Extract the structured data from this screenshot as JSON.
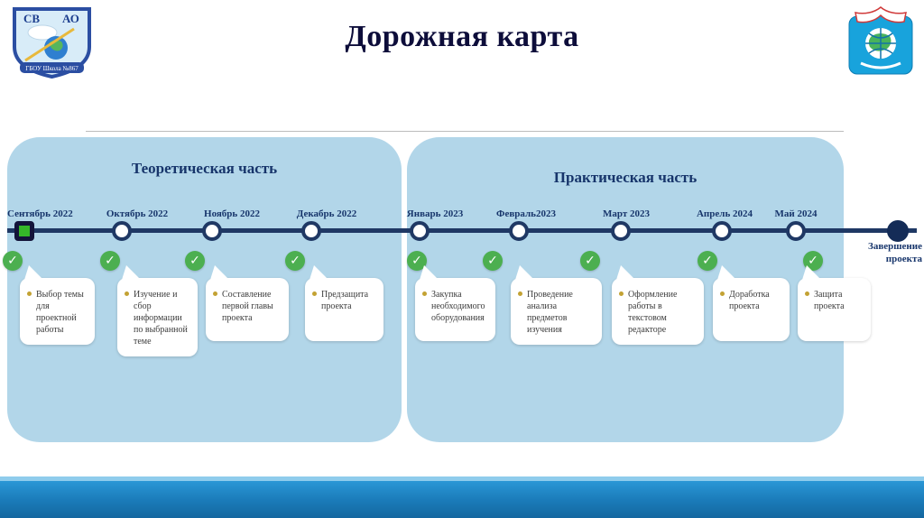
{
  "title": "Дорожная карта",
  "icons": {
    "check": "✓"
  },
  "logo_left": {
    "cv": "СВ",
    "ao": "АО",
    "school": "ГБОУ Школа №867"
  },
  "sections": {
    "theory": {
      "title": "Теоретическая часть"
    },
    "practice": {
      "title": "Практическая часть"
    }
  },
  "milestones": [
    {
      "month": "Сентябрь 2022",
      "text": "Выбор темы для проектной работы"
    },
    {
      "month": "Октябрь 2022",
      "text": "Изучение и сбор информации по выбранной теме"
    },
    {
      "month": "Ноябрь 2022",
      "text": "Составление первой главы проекта"
    },
    {
      "month": "Декабрь 2022",
      "text": "Предзащита проекта"
    },
    {
      "month": "Январь 2023",
      "text": "Закупка необходимого оборудования"
    },
    {
      "month": "Февраль2023",
      "text": "Проведение анализа предметов изучения"
    },
    {
      "month": "Март 2023",
      "text": "Оформление работы в текстовом редакторе"
    },
    {
      "month": "Апрель 2024",
      "text": "Доработка проекта"
    },
    {
      "month": "Май 2024",
      "text": "Защита проекта"
    }
  ],
  "timeline_end": "Завершение проекта",
  "colors": {
    "panel": "#b2d6e9",
    "navy": "#1f3864",
    "green": "#4caf50",
    "band": "#1a7ab8"
  }
}
